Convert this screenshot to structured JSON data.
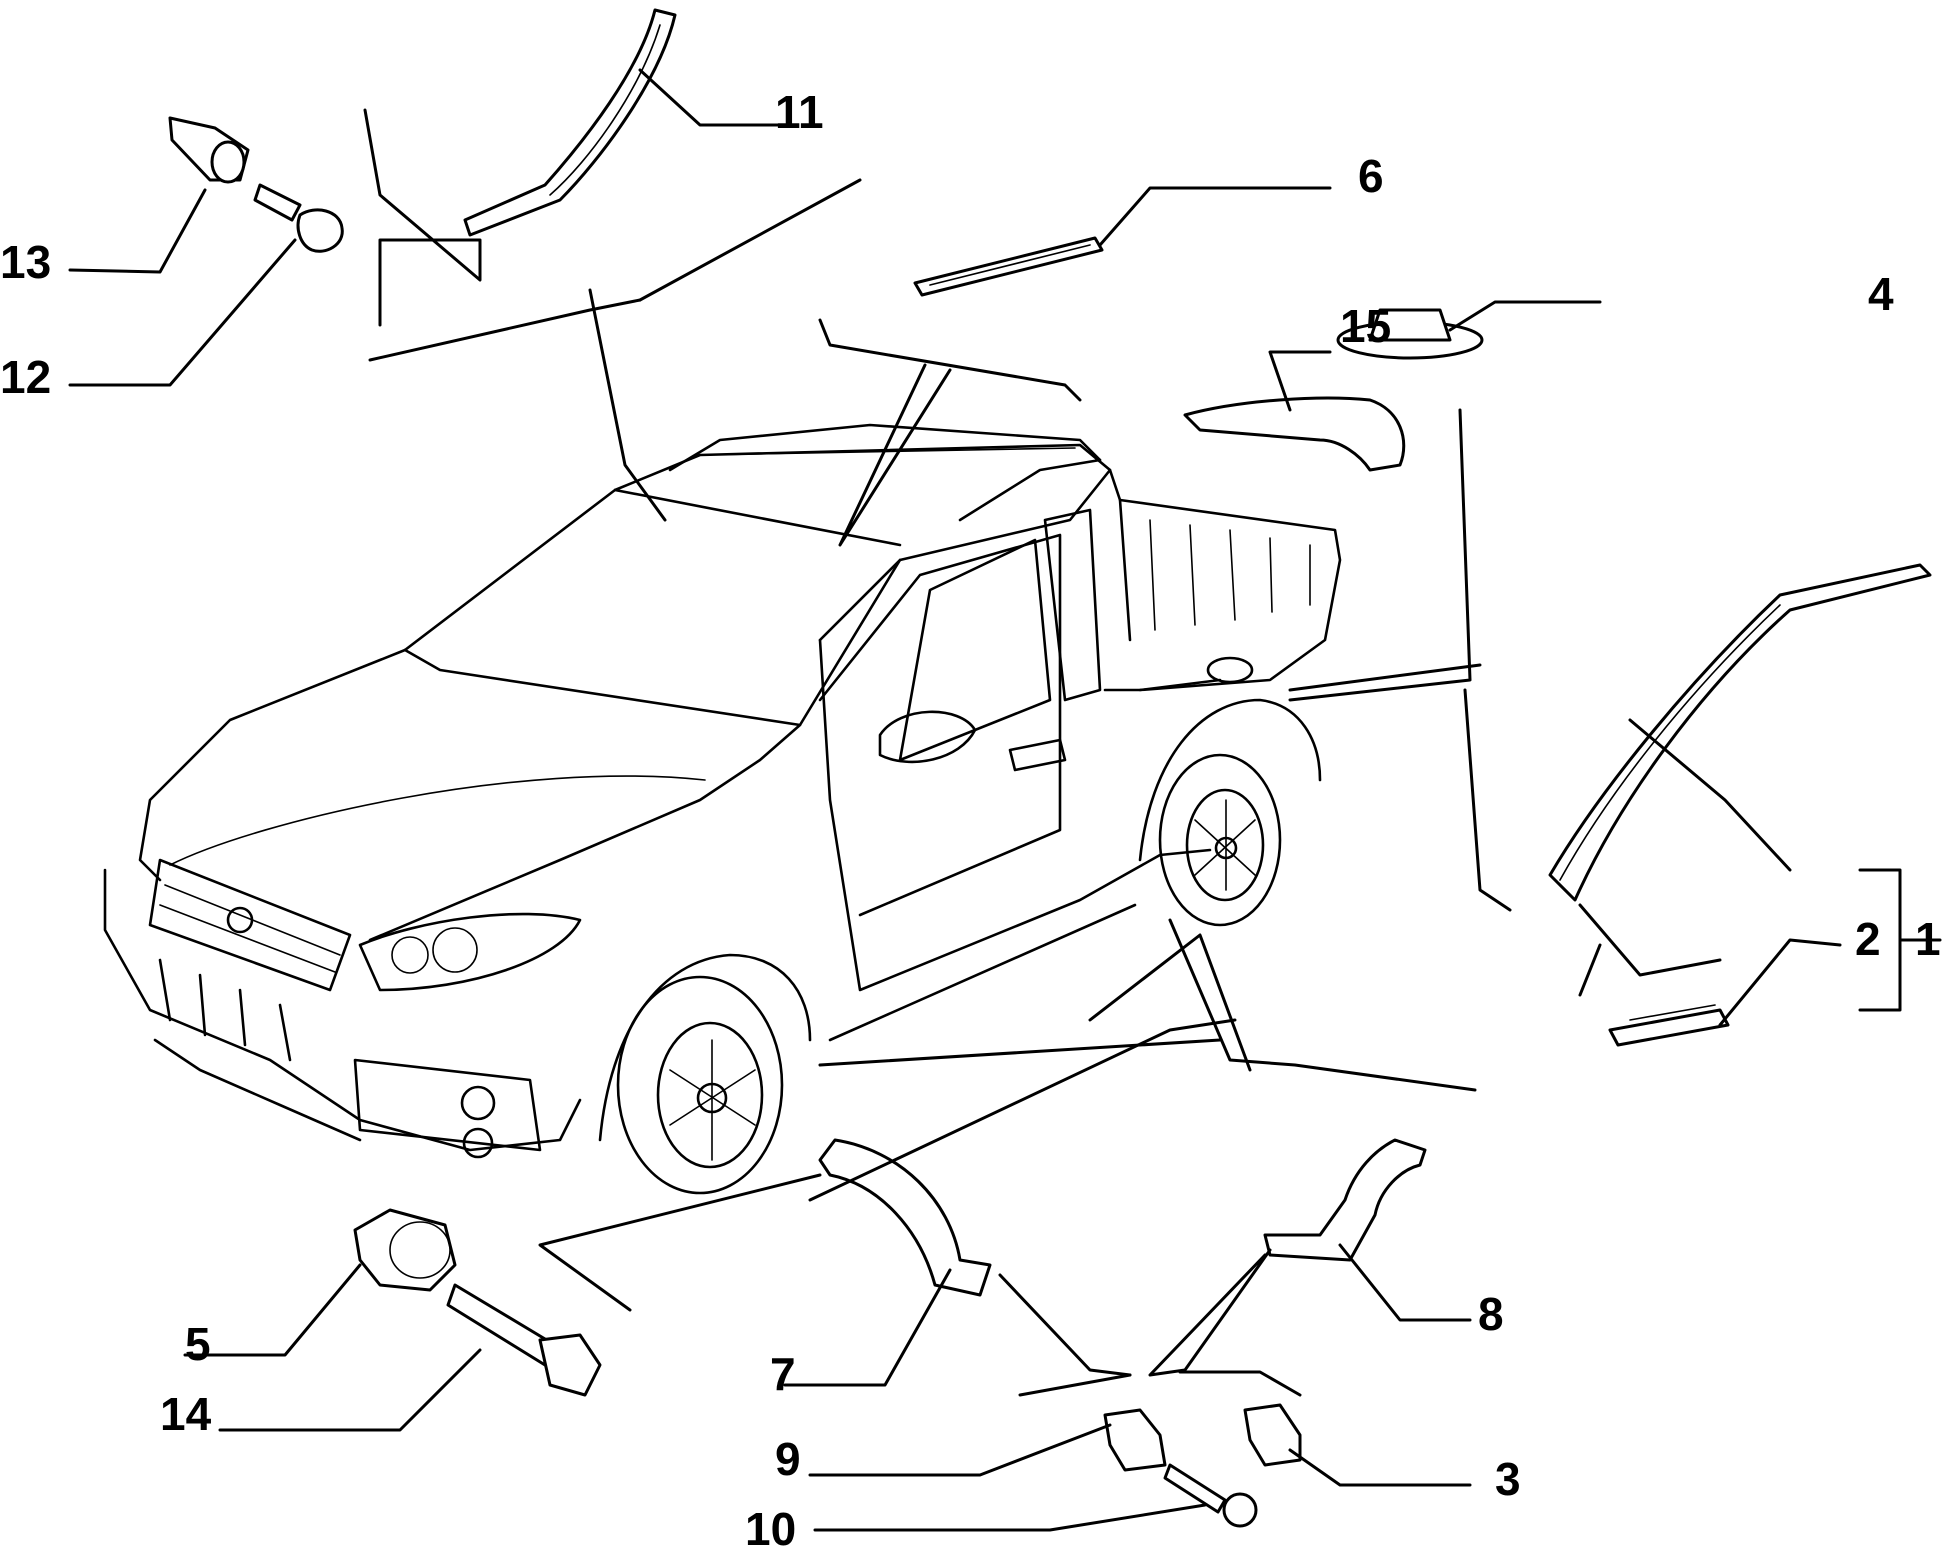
{
  "callouts": [
    {
      "id": "c1",
      "text": "1"
    },
    {
      "id": "c2",
      "text": "2"
    },
    {
      "id": "c3",
      "text": "3"
    },
    {
      "id": "c4",
      "text": "4"
    },
    {
      "id": "c5",
      "text": "5"
    },
    {
      "id": "c6",
      "text": "6"
    },
    {
      "id": "c7",
      "text": "7"
    },
    {
      "id": "c8",
      "text": "8"
    },
    {
      "id": "c9",
      "text": "9"
    },
    {
      "id": "c10",
      "text": "10"
    },
    {
      "id": "c11",
      "text": "11"
    },
    {
      "id": "c12",
      "text": "12"
    },
    {
      "id": "c13",
      "text": "13"
    },
    {
      "id": "c14",
      "text": "14"
    },
    {
      "id": "c15",
      "text": "15"
    }
  ]
}
